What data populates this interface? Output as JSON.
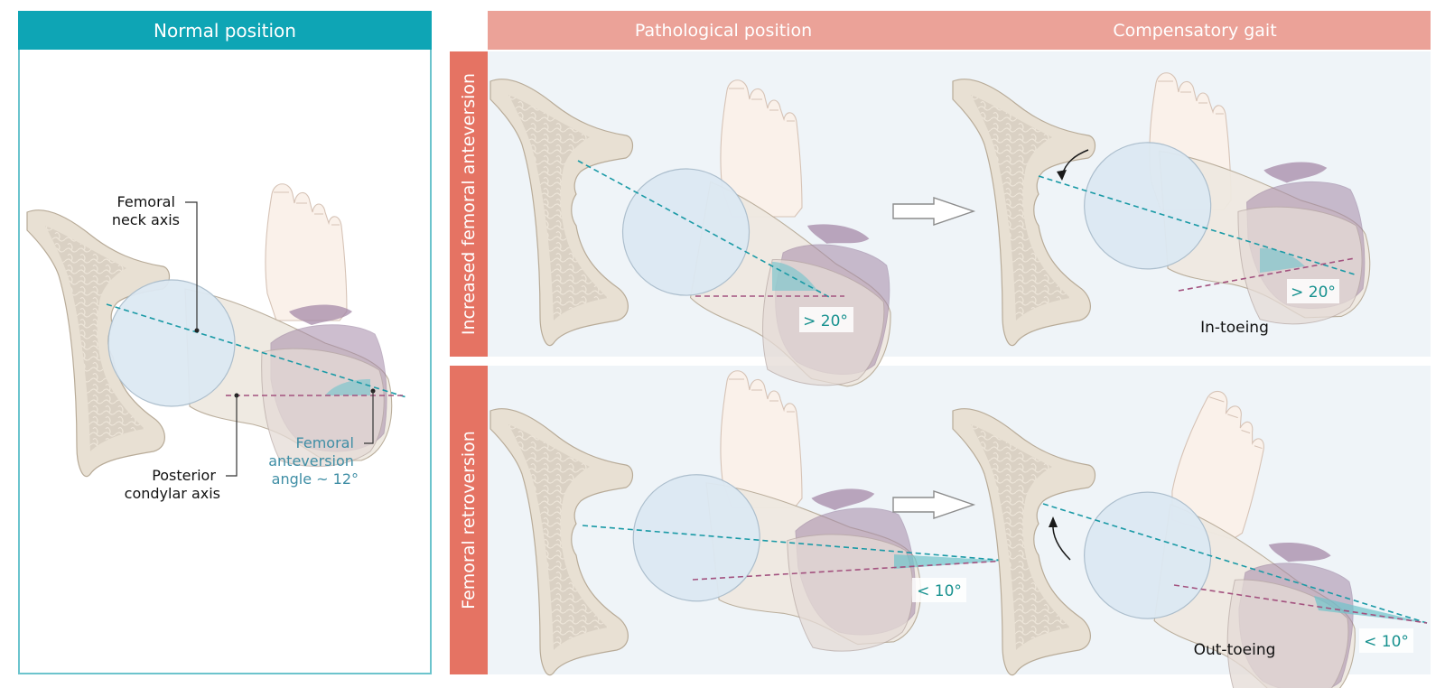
{
  "normal": {
    "header": "Normal position",
    "labels": {
      "femoral_neck_axis": [
        "Femoral",
        "neck axis"
      ],
      "posterior_condylar_axis": [
        "Posterior",
        "condylar axis"
      ],
      "anteversion_angle": [
        "Femoral",
        "anteversion",
        "angle ~ 12°"
      ]
    }
  },
  "columns": {
    "pathological": "Pathological position",
    "compensatory": "Compensatory gait"
  },
  "rows": {
    "anteversion": {
      "label": "Increased femoral anteversion",
      "pathological_angle": "> 20°",
      "compensatory_angle": "> 20°",
      "gait": "In-toeing"
    },
    "retroversion": {
      "label": "Femoral retroversion",
      "pathological_angle": "< 10°",
      "compensatory_angle": "< 10°",
      "gait": "Out-toeing"
    }
  },
  "colors": {
    "teal": "#0ea5b5",
    "salmon_header": "#eba298",
    "row_label": "#e57363",
    "panel_bg": "#eff4f8",
    "neck_axis": "#1a9aa6",
    "condylar_axis": "#a3527f",
    "angle_text": "#17918f",
    "normal_angle_text": "#3f8ea5"
  }
}
